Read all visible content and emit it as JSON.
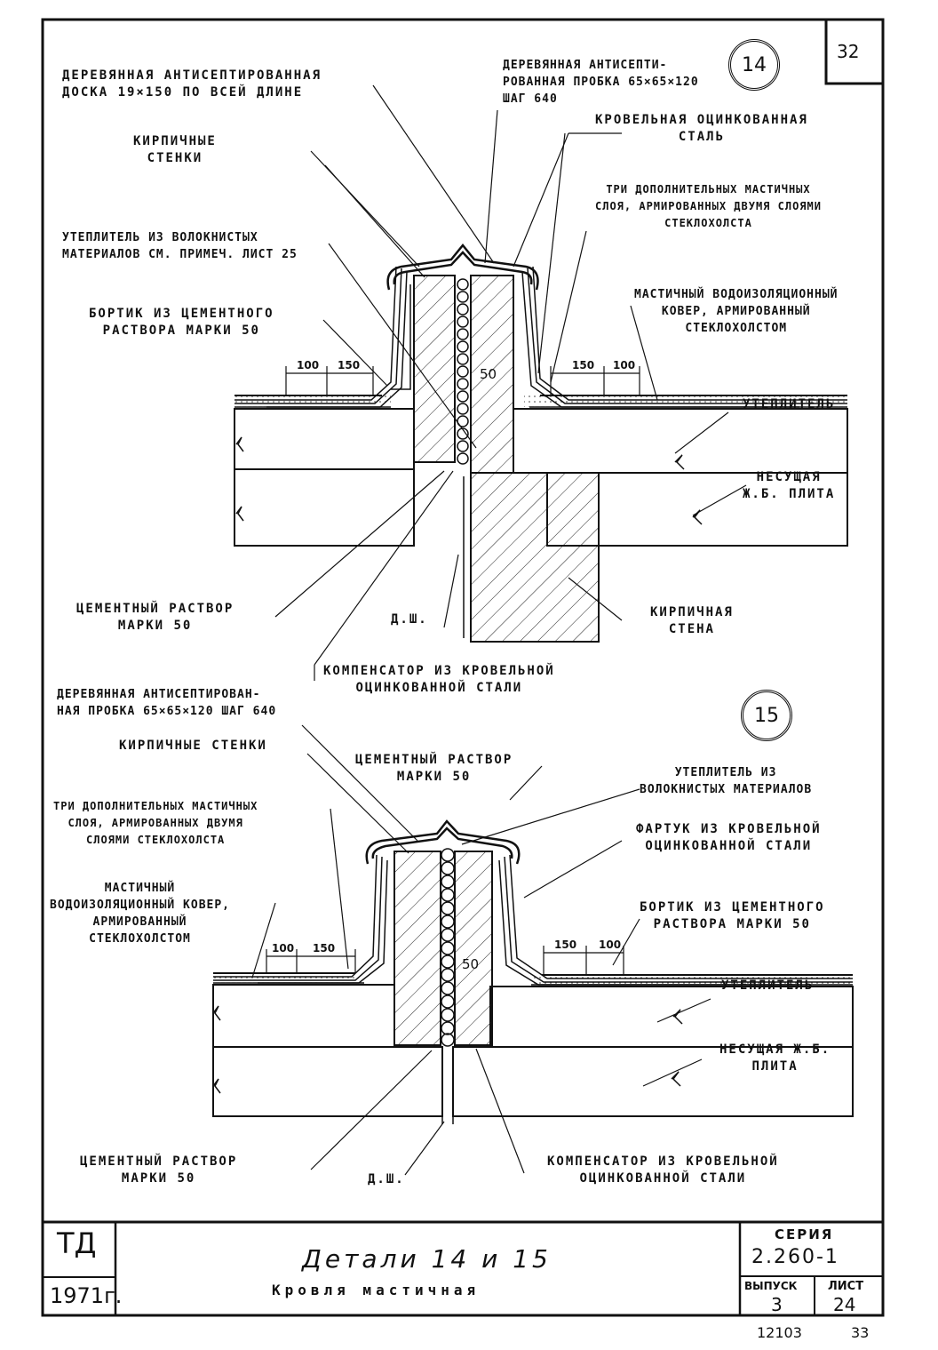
{
  "sheet_number": "32",
  "detail14": {
    "number": "14",
    "labels": {
      "wood_board": "ДЕРЕВЯННАЯ АНТИСЕПТИРОВАННАЯ\nДОСКА 19×150 ПО ВСЕЙ ДЛИНЕ",
      "wood_plug": "ДЕРЕВЯННАЯ АНТИСЕПТИ-\nРОВАННАЯ ПРОБКА 65×65×120\nШАГ 640",
      "brick_walls": "КИРПИЧНЫЕ\nСТЕНКИ",
      "roof_steel": "КРОВЕЛЬНАЯ ОЦИНКОВАННАЯ\nСТАЛЬ",
      "three_layers": "ТРИ ДОПОЛНИТЕЛЬНЫХ МАСТИЧНЫХ\nСЛОЯ, АРМИРОВАННЫХ ДВУМЯ СЛОЯМИ\nСТЕКЛОХОЛСТА",
      "insulation_fibrous": "УТЕПЛИТЕЛЬ ИЗ ВОЛОКНИСТЫХ\nМАТЕРИАЛОВ СМ. ПРИМЕЧ. ЛИСТ 25",
      "cement_curb": "БОРТИК ИЗ ЦЕМЕНТНОГО\nРАСТВОРА МАРКИ 50",
      "mastic_carpet": "МАСТИЧНЫЙ ВОДОИЗОЛЯЦИОННЫЙ\nКОВЕР, АРМИРОВАННЫЙ\nСТЕКЛОХОЛСТОМ",
      "insulation": "УТЕПЛИТЕЛЬ",
      "slab": "НЕСУЩАЯ\nЖ.Б. ПЛИТА",
      "cement_mortar": "ЦЕМЕНТНЫЙ РАСТВОР\nМАРКИ 50",
      "joint": "Д.Ш.",
      "brick_wall": "КИРПИЧНАЯ\nСТЕНА",
      "compensator": "КОМПЕНСАТОР ИЗ КРОВЕЛЬНОЙ\nОЦИНКОВАННОЙ СТАЛИ"
    },
    "dims": {
      "d100_left": "100",
      "d150_left": "150",
      "d50": "50",
      "d150_right": "150",
      "d100_right": "100"
    }
  },
  "detail15": {
    "number": "15",
    "labels": {
      "wood_plug": "ДЕРЕВЯННАЯ АНТИСЕПТИРОВАН-\nНАЯ ПРОБКА 65×65×120 ШАГ 640",
      "brick_walls": "КИРПИЧНЫЕ СТЕНКИ",
      "cement_mortar_top": "ЦЕМЕНТНЫЙ РАСТВОР\nМАРКИ 50",
      "insulation_fibrous": "УТЕПЛИТЕЛЬ ИЗ\nВОЛОКНИСТЫХ МАТЕРИАЛОВ",
      "three_layers": "ТРИ ДОПОЛНИТЕЛЬНЫХ МАСТИЧНЫХ\nСЛОЯ, АРМИРОВАННЫХ ДВУМЯ\nСЛОЯМИ СТЕКЛОХОЛСТА",
      "apron": "ФАРТУК ИЗ КРОВЕЛЬНОЙ\nОЦИНКОВАННОЙ СТАЛИ",
      "mastic_carpet": "МАСТИЧНЫЙ\nВОДОИЗОЛЯЦИОННЫЙ КОВЕР,\nАРМИРОВАННЫЙ\nСТЕКЛОХОЛСТОМ",
      "cement_curb": "БОРТИК ИЗ ЦЕМЕНТНОГО\nРАСТВОРА МАРКИ 50",
      "insulation": "УТЕПЛИТЕЛЬ",
      "slab": "НЕСУЩАЯ Ж.Б.\nПЛИТА",
      "cement_mortar_bottom": "ЦЕМЕНТНЫЙ РАСТВОР\nМАРКИ 50",
      "joint": "Д.Ш.",
      "compensator": "КОМПЕНСАТОР ИЗ КРОВЕЛЬНОЙ\nОЦИНКОВАННОЙ СТАЛИ"
    },
    "dims": {
      "d100_left": "100",
      "d150_left": "150",
      "d50": "50",
      "d150_right": "150",
      "d100_right": "100"
    }
  },
  "title_block": {
    "org": "ТД",
    "year": "1971г.",
    "title": "Детали 14 и 15",
    "subtitle": "Кровля мастичная",
    "series_label": "СЕРИЯ",
    "series": "2.260-1",
    "issue_label": "ВЫПУСК",
    "issue": "3",
    "sheet_label": "ЛИСТ",
    "sheet": "24"
  },
  "footer": {
    "code": "12103",
    "page": "33"
  }
}
